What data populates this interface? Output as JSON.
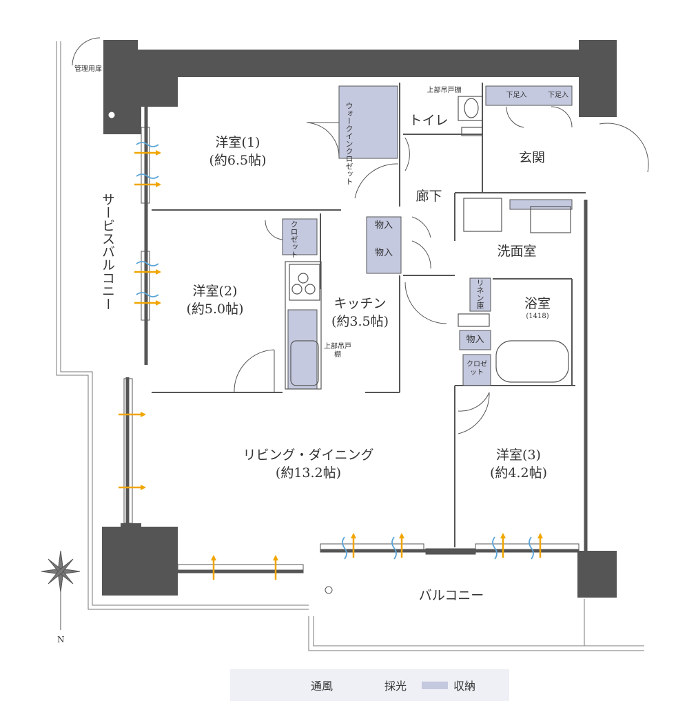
{
  "rooms": {
    "bedroom1": {
      "name": "洋室(1)",
      "area": "(約6.5帖)"
    },
    "bedroom2": {
      "name": "洋室(2)",
      "area": "(約5.0帖)"
    },
    "bedroom3": {
      "name": "洋室(3)",
      "area": "(約4.2帖)"
    },
    "kitchen": {
      "name": "キッチン",
      "area": "(約3.5帖)"
    },
    "living": {
      "name": "リビング・ダイニング",
      "area": "(約13.2帖)"
    },
    "toilet": "トイレ",
    "entrance": "玄関",
    "hallway": "廊下",
    "washroom": "洗面室",
    "bathroom": {
      "name": "浴室",
      "size": "(1418)"
    },
    "balcony": "バルコニー",
    "service_balcony": "サービスバルコニー"
  },
  "storage": {
    "walkin": "ウォークインクロゼット",
    "closet": "クロゼット",
    "closet2": "クロゼット",
    "storage1": "物入",
    "storage2": "物入",
    "storage3": "物入",
    "linen": "リネン庫",
    "shoes1": "下足入",
    "shoes2": "下足入",
    "upper_cabinet_toilet": "上部吊戸棚",
    "upper_cabinet_kitchen": "上部吊戸棚"
  },
  "misc": {
    "service_entrance": "管理用扉",
    "north": "N"
  },
  "legend": {
    "ventilation": "通風",
    "daylight": "採光",
    "storage": "収納"
  },
  "colors": {
    "wall": "#555555",
    "storage_fill": "#c4c9df",
    "daylight_arrow": "#f0a500",
    "ventilation_wave": "#5aa5d8",
    "legend_bg": "#eef0f5"
  }
}
